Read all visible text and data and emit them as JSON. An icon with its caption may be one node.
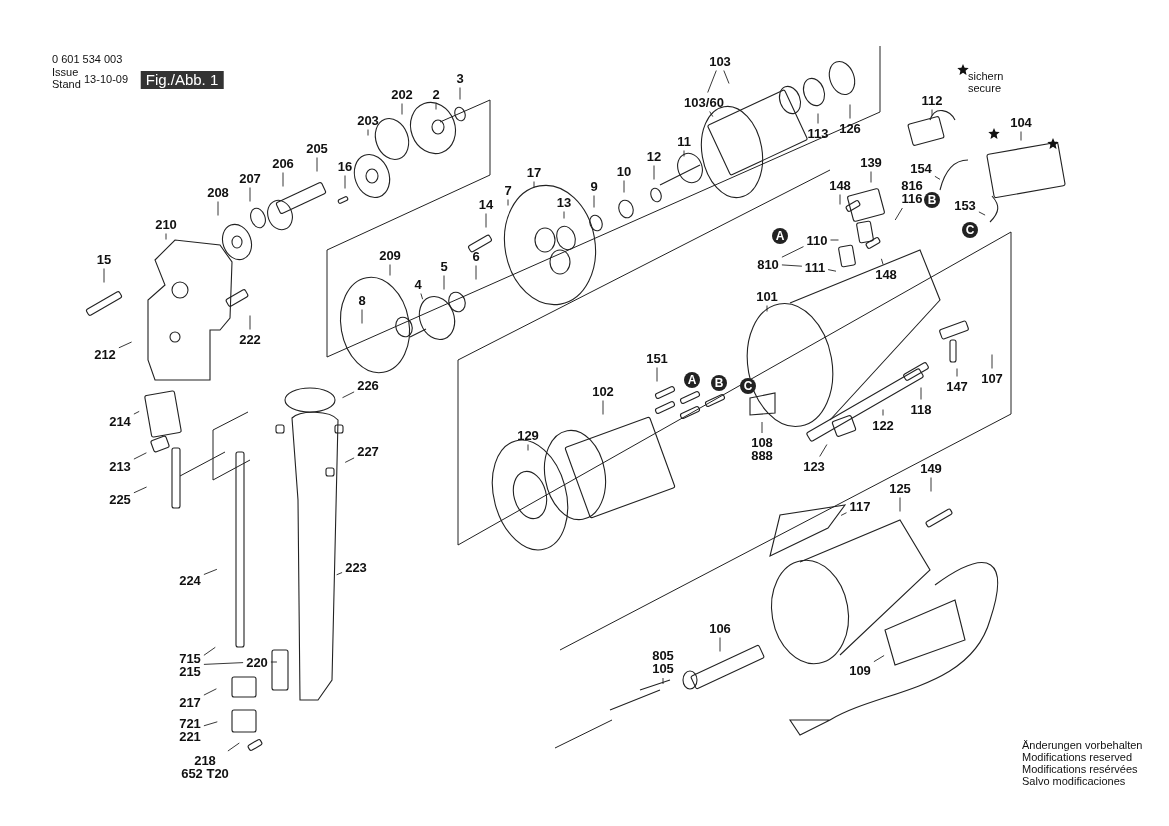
{
  "diagram": {
    "nodes": [
      {
        "text": [
          "Fig./Abb. 1"
        ]
      },
      {
        "text": [
          "3"
        ]
      },
      {
        "text": [
          "2"
        ]
      },
      {
        "text": [
          "202"
        ]
      },
      {
        "text": [
          "203"
        ]
      },
      {
        "text": [
          "205"
        ]
      },
      {
        "text": [
          "16"
        ]
      },
      {
        "text": [
          "206"
        ]
      },
      {
        "text": [
          "207"
        ]
      },
      {
        "text": [
          "208"
        ]
      },
      {
        "text": [
          "210"
        ]
      },
      {
        "text": [
          "15"
        ]
      },
      {
        "text": [
          "212"
        ]
      },
      {
        "text": [
          "222"
        ]
      },
      {
        "text": [
          "209"
        ]
      },
      {
        "text": [
          "5"
        ]
      },
      {
        "text": [
          "4"
        ]
      },
      {
        "text": [
          "8"
        ]
      },
      {
        "text": [
          "6"
        ]
      },
      {
        "text": [
          "14"
        ]
      },
      {
        "text": [
          "7"
        ]
      },
      {
        "text": [
          "17"
        ]
      },
      {
        "text": [
          "13"
        ]
      },
      {
        "text": [
          "9"
        ]
      },
      {
        "text": [
          "10"
        ]
      },
      {
        "text": [
          "12"
        ]
      },
      {
        "text": [
          "11"
        ]
      },
      {
        "text": [
          "103"
        ]
      },
      {
        "text": [
          "103/60"
        ]
      },
      {
        "text": [
          "113"
        ]
      },
      {
        "text": [
          "126"
        ]
      },
      {
        "text": [
          "112"
        ]
      },
      {
        "text": [
          "104"
        ]
      },
      {
        "text": [
          "154"
        ]
      },
      {
        "text": [
          "153"
        ]
      },
      {
        "text": [
          "148"
        ]
      },
      {
        "text": [
          "139"
        ]
      },
      {
        "text": [
          "816",
          "116"
        ]
      },
      {
        "text": [
          "148"
        ]
      },
      {
        "text": [
          "110"
        ]
      },
      {
        "text": [
          "111"
        ]
      },
      {
        "text": [
          "810"
        ]
      },
      {
        "text": [
          "101"
        ]
      },
      {
        "text": [
          "107"
        ]
      },
      {
        "text": [
          "147"
        ]
      },
      {
        "text": [
          "118"
        ]
      },
      {
        "text": [
          "122"
        ]
      },
      {
        "text": [
          "123"
        ]
      },
      {
        "text": [
          "151"
        ]
      },
      {
        "text": [
          "102"
        ]
      },
      {
        "text": [
          "129"
        ]
      },
      {
        "text": [
          "108",
          "888"
        ]
      },
      {
        "text": [
          "117"
        ]
      },
      {
        "text": [
          "125"
        ]
      },
      {
        "text": [
          "149"
        ]
      },
      {
        "text": [
          "106"
        ]
      },
      {
        "text": [
          "805",
          "105"
        ]
      },
      {
        "text": [
          "109"
        ]
      },
      {
        "text": [
          "226"
        ]
      },
      {
        "text": [
          "214"
        ]
      },
      {
        "text": [
          "213"
        ]
      },
      {
        "text": [
          "225"
        ]
      },
      {
        "text": [
          "227"
        ]
      },
      {
        "text": [
          "224"
        ]
      },
      {
        "text": [
          "223"
        ]
      },
      {
        "text": [
          "715",
          "215"
        ]
      },
      {
        "text": [
          "220"
        ]
      },
      {
        "text": [
          "217"
        ]
      },
      {
        "text": [
          "721",
          "221"
        ]
      },
      {
        "text": [
          "218",
          "652 T20"
        ]
      },
      {
        "text": [
          "A"
        ]
      },
      {
        "text": [
          "B"
        ]
      },
      {
        "text": [
          "C"
        ]
      },
      {
        "text": [
          "A"
        ]
      },
      {
        "text": [
          "B"
        ]
      },
      {
        "text": [
          "C"
        ]
      }
    ],
    "edges": [
      {
        "from": 1,
        "to": null,
        "arrow": "none"
      },
      {
        "from": 2,
        "to": null,
        "arrow": "none"
      },
      {
        "from": 3,
        "to": null,
        "arrow": "none"
      },
      {
        "from": 4,
        "to": null,
        "arrow": "none"
      },
      {
        "from": 5,
        "to": null,
        "arrow": "none"
      },
      {
        "from": 6,
        "to": null,
        "arrow": "none"
      },
      {
        "from": 7,
        "to": null,
        "arrow": "none"
      },
      {
        "from": 8,
        "to": null,
        "arrow": "none"
      },
      {
        "from": 9,
        "to": null,
        "arrow": "none"
      },
      {
        "from": 10,
        "to": null,
        "arrow": "none"
      },
      {
        "from": 11,
        "to": null,
        "arrow": "none"
      },
      {
        "from": 12,
        "to": null,
        "arrow": "none"
      },
      {
        "from": 13,
        "to": null,
        "arrow": "none"
      },
      {
        "from": 14,
        "to": null,
        "arrow": "none"
      },
      {
        "from": 15,
        "to": null,
        "arrow": "none"
      },
      {
        "from": 16,
        "to": null,
        "arrow": "none"
      },
      {
        "from": 17,
        "to": null,
        "arrow": "none"
      },
      {
        "from": 18,
        "to": null,
        "arrow": "none"
      },
      {
        "from": 19,
        "to": null,
        "arrow": "none"
      },
      {
        "from": 20,
        "to": null,
        "arrow": "none"
      },
      {
        "from": 21,
        "to": null,
        "arrow": "none"
      },
      {
        "from": 22,
        "to": null,
        "arrow": "none"
      },
      {
        "from": 23,
        "to": null,
        "arrow": "none"
      },
      {
        "from": 24,
        "to": null,
        "arrow": "none"
      },
      {
        "from": 25,
        "to": null,
        "arrow": "none"
      },
      {
        "from": 26,
        "to": null,
        "arrow": "none"
      },
      {
        "from": 27,
        "to": 28,
        "arrow": "none"
      },
      {
        "from": 27,
        "to": null,
        "arrow": "none"
      },
      {
        "from": 28,
        "to": null,
        "arrow": "none"
      },
      {
        "from": 29,
        "to": null,
        "arrow": "none"
      },
      {
        "from": 30,
        "to": null,
        "arrow": "none"
      },
      {
        "from": 31,
        "to": null,
        "arrow": "none"
      },
      {
        "from": 32,
        "to": null,
        "arrow": "none"
      },
      {
        "from": 33,
        "to": null,
        "arrow": "none"
      },
      {
        "from": 34,
        "to": null,
        "arrow": "none"
      },
      {
        "from": 35,
        "to": null,
        "arrow": "none"
      },
      {
        "from": 36,
        "to": null,
        "arrow": "none"
      },
      {
        "from": 37,
        "to": null,
        "arrow": "none"
      },
      {
        "from": 38,
        "to": null,
        "arrow": "none"
      },
      {
        "from": 39,
        "to": null,
        "arrow": "none"
      },
      {
        "from": 40,
        "to": null,
        "arrow": "none"
      },
      {
        "from": 41,
        "to": 39,
        "arrow": "none"
      },
      {
        "from": 41,
        "to": 40,
        "arrow": "none"
      },
      {
        "from": 42,
        "to": null,
        "arrow": "none"
      },
      {
        "from": 43,
        "to": null,
        "arrow": "none"
      },
      {
        "from": 44,
        "to": null,
        "arrow": "none"
      },
      {
        "from": 45,
        "to": null,
        "arrow": "none"
      },
      {
        "from": 46,
        "to": null,
        "arrow": "none"
      },
      {
        "from": 47,
        "to": null,
        "arrow": "none"
      },
      {
        "from": 48,
        "to": null,
        "arrow": "none"
      },
      {
        "from": 49,
        "to": null,
        "arrow": "none"
      },
      {
        "from": 50,
        "to": null,
        "arrow": "none"
      },
      {
        "from": 51,
        "to": null,
        "arrow": "none"
      },
      {
        "from": 52,
        "to": null,
        "arrow": "none"
      },
      {
        "from": 53,
        "to": null,
        "arrow": "none"
      },
      {
        "from": 54,
        "to": null,
        "arrow": "none"
      },
      {
        "from": 55,
        "to": null,
        "arrow": "none"
      },
      {
        "from": 56,
        "to": null,
        "arrow": "none"
      },
      {
        "from": 57,
        "to": null,
        "arrow": "none"
      },
      {
        "from": 58,
        "to": null,
        "arrow": "none"
      },
      {
        "from": 59,
        "to": null,
        "arrow": "none"
      },
      {
        "from": 60,
        "to": null,
        "arrow": "none"
      },
      {
        "from": 61,
        "to": null,
        "arrow": "none"
      },
      {
        "from": 62,
        "to": null,
        "arrow": "none"
      },
      {
        "from": 63,
        "to": null,
        "arrow": "none"
      },
      {
        "from": 64,
        "to": null,
        "arrow": "none"
      },
      {
        "from": 65,
        "to": null,
        "arrow": "none"
      },
      {
        "from": 65,
        "to": 66,
        "arrow": "none"
      },
      {
        "from": 66,
        "to": null,
        "arrow": "none"
      },
      {
        "from": 67,
        "to": null,
        "arrow": "none"
      },
      {
        "from": 68,
        "to": null,
        "arrow": "none"
      },
      {
        "from": 69,
        "to": null,
        "arrow": "none"
      }
    ],
    "labels": [
      "0 601 534 003",
      "Issue",
      "Stand",
      "13-10-09",
      "sichern",
      "secure",
      "Änderungen vorbehalten",
      "Modifications reserved",
      "Modifications resérvées",
      "Salvo modificaciones"
    ]
  }
}
